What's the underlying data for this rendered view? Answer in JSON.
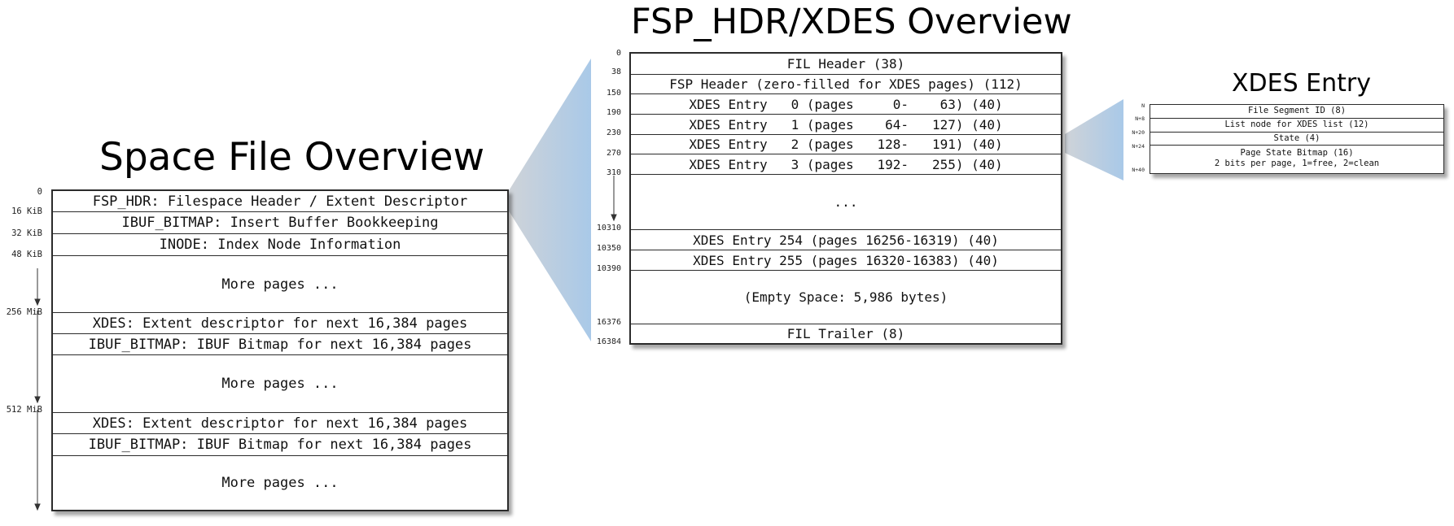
{
  "space_file": {
    "title": "Space File Overview",
    "offsets": [
      "0",
      "16 KiB",
      "32 KiB",
      "48 KiB",
      "256 MiB",
      "512 MiB"
    ],
    "rows": [
      "FSP_HDR: Filespace Header / Extent Descriptor",
      "IBUF_BITMAP: Insert Buffer Bookkeeping",
      "INODE: Index Node Information",
      "More pages ...",
      "XDES: Extent descriptor for next 16,384 pages",
      "IBUF_BITMAP: IBUF Bitmap for next 16,384 pages",
      "More pages ...",
      "XDES: Extent descriptor for next 16,384 pages",
      "IBUF_BITMAP: IBUF Bitmap for next 16,384 pages",
      "More pages ..."
    ]
  },
  "fsp_hdr": {
    "title": "FSP_HDR/XDES Overview",
    "offsets": [
      "0",
      "38",
      "150",
      "190",
      "230",
      "270",
      "310",
      "10310",
      "10350",
      "10390",
      "16376",
      "16384"
    ],
    "rows": [
      "FIL Header (38)",
      "FSP Header (zero-filled for XDES pages) (112)",
      "XDES Entry   0 (pages     0-    63) (40)",
      "XDES Entry   1 (pages    64-   127) (40)",
      "XDES Entry   2 (pages   128-   191) (40)",
      "XDES Entry   3 (pages   192-   255) (40)",
      "...",
      "XDES Entry 254 (pages 16256-16319) (40)",
      "XDES Entry 255 (pages 16320-16383) (40)",
      "(Empty Space: 5,986 bytes)",
      "FIL Trailer (8)"
    ]
  },
  "xdes_entry": {
    "title": "XDES Entry",
    "offsets": [
      "N",
      "N+8",
      "N+20",
      "N+24",
      "N+40"
    ],
    "rows": [
      "File Segment ID (8)",
      "List node for XDES list (12)",
      "State (4)",
      "Page State Bitmap (16)\n2 bits per page, 1=free, 2=clean"
    ]
  },
  "colors": {
    "zoom_wedge": "#a9c9e8",
    "border": "#2b2b2b"
  }
}
